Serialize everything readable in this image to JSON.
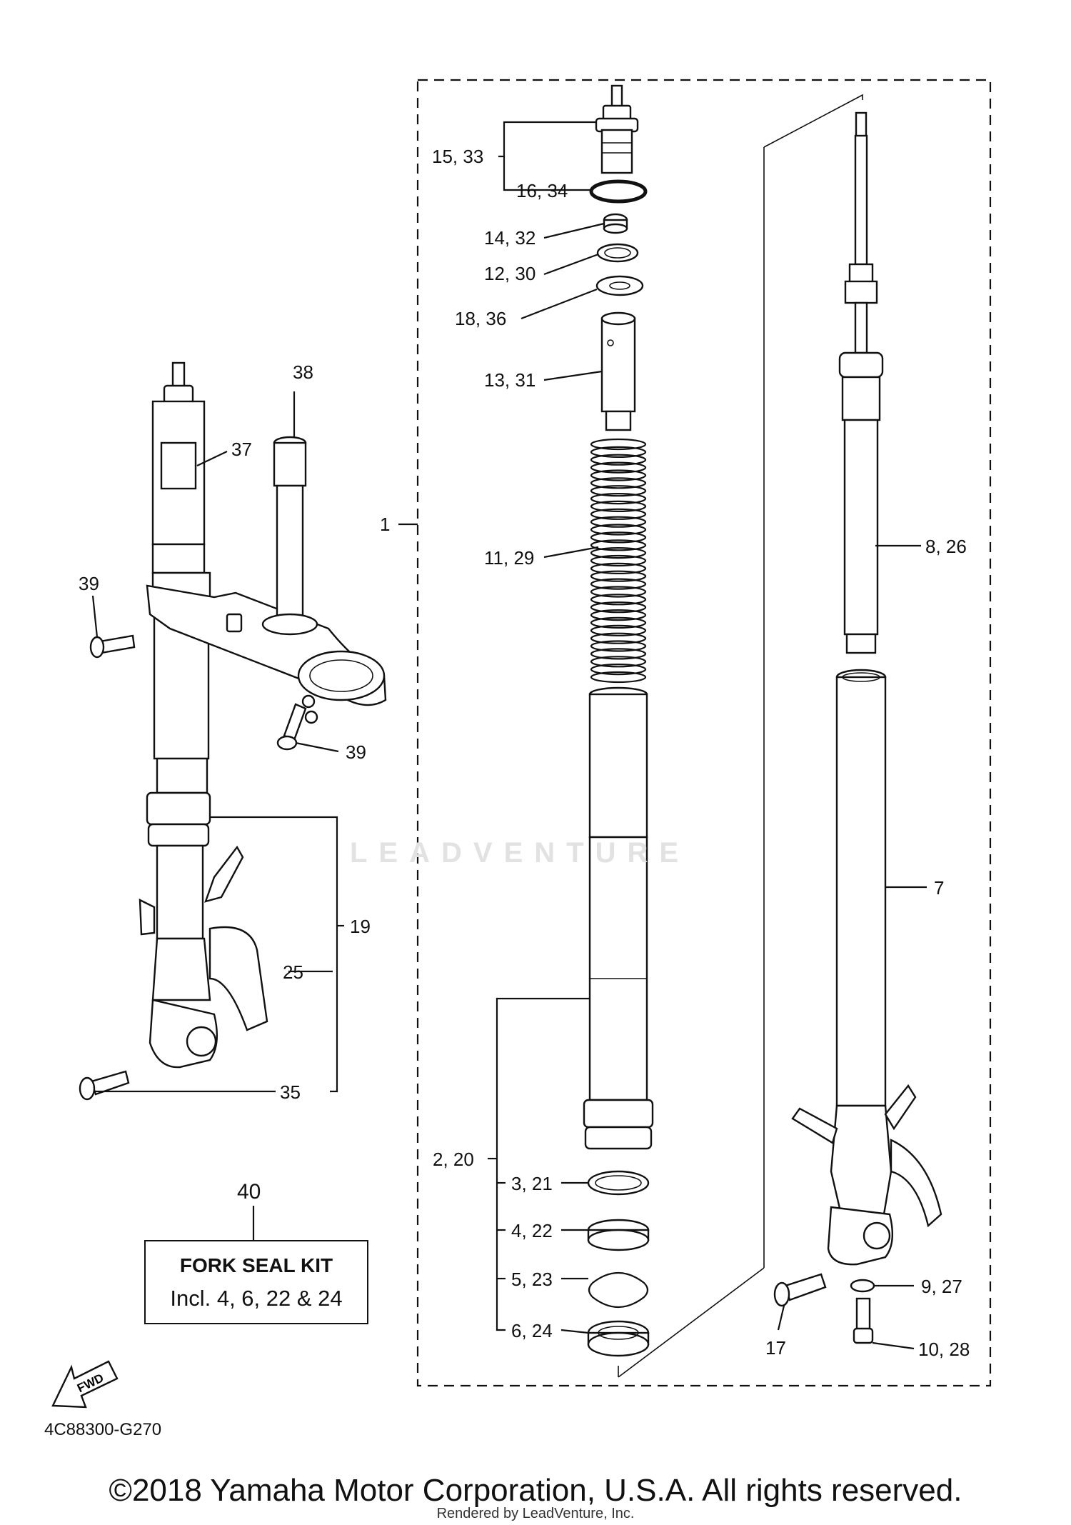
{
  "callouts": {
    "c1": "1",
    "c2_20": "2, 20",
    "c3_21": "3, 21",
    "c4_22": "4, 22",
    "c5_23": "5, 23",
    "c6_24": "6, 24",
    "c7": "7",
    "c8_26": "8, 26",
    "c9_27": "9, 27",
    "c10_28": "10, 28",
    "c11_29": "11, 29",
    "c12_30": "12, 30",
    "c13_31": "13, 31",
    "c14_32": "14, 32",
    "c15_33": "15, 33",
    "c16_34": "16, 34",
    "c17": "17",
    "c18_36": "18, 36",
    "c19": "19",
    "c25": "25",
    "c35": "35",
    "c37": "37",
    "c38": "38",
    "c39a": "39",
    "c39b": "39"
  },
  "kit": {
    "number": "40",
    "title": "FORK SEAL KIT",
    "includes": "Incl. 4, 6, 22 & 24"
  },
  "fwd_label": "FWD",
  "ref_code": "4C88300-G270",
  "copyright": "©2018 Yamaha Motor Corporation, U.S.A. All rights reserved.",
  "renderer": "Rendered by LeadVenture, Inc.",
  "watermark": "LEADVENTURE"
}
